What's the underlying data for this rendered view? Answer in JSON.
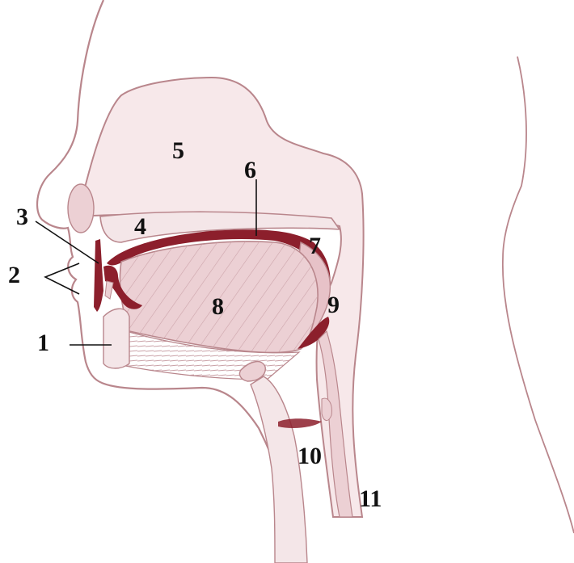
{
  "colors": {
    "outline": "#b9868c",
    "cavity_fill": "#f0dadd",
    "tongue_fill": "#ecd0d4",
    "dark_red": "#8c1f2c",
    "leader": "#111111"
  },
  "labels": [
    {
      "id": "1",
      "text": "1"
    },
    {
      "id": "2",
      "text": "2"
    },
    {
      "id": "3",
      "text": "3"
    },
    {
      "id": "4",
      "text": "4"
    },
    {
      "id": "5",
      "text": "5"
    },
    {
      "id": "6",
      "text": "6"
    },
    {
      "id": "7",
      "text": "7"
    },
    {
      "id": "8",
      "text": "8"
    },
    {
      "id": "9",
      "text": "9"
    },
    {
      "id": "10",
      "text": "10"
    },
    {
      "id": "11",
      "text": "11"
    }
  ]
}
